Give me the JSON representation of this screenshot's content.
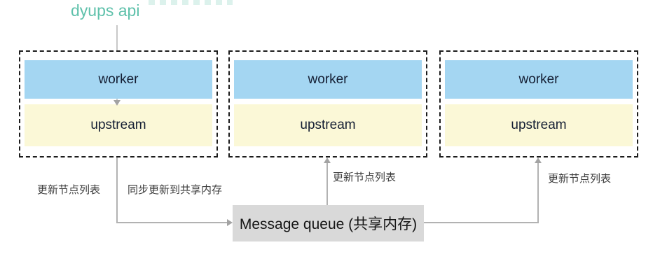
{
  "diagram": {
    "title": "dyups api",
    "clusters": [
      {
        "worker": "worker",
        "upstream": "upstream"
      },
      {
        "worker": "worker",
        "upstream": "upstream"
      },
      {
        "worker": "worker",
        "upstream": "upstream"
      }
    ],
    "message_queue": "Message queue (共享内存)",
    "labels": {
      "cluster1_update": "更新节点列表",
      "cluster1_sync": "同步更新到共享内存",
      "cluster2_update": "更新节点列表",
      "cluster3_update": "更新节点列表"
    },
    "colors": {
      "title_teal": "#5fc1ab",
      "worker_blue": "#a4d6f2",
      "upstream_yellow": "#fbf8d7",
      "queue_gray": "#d9d9d9",
      "connector_gray": "#b2b2b2",
      "dashed_border": "#1c1c1c",
      "label_text": "#3d3d3d"
    }
  }
}
